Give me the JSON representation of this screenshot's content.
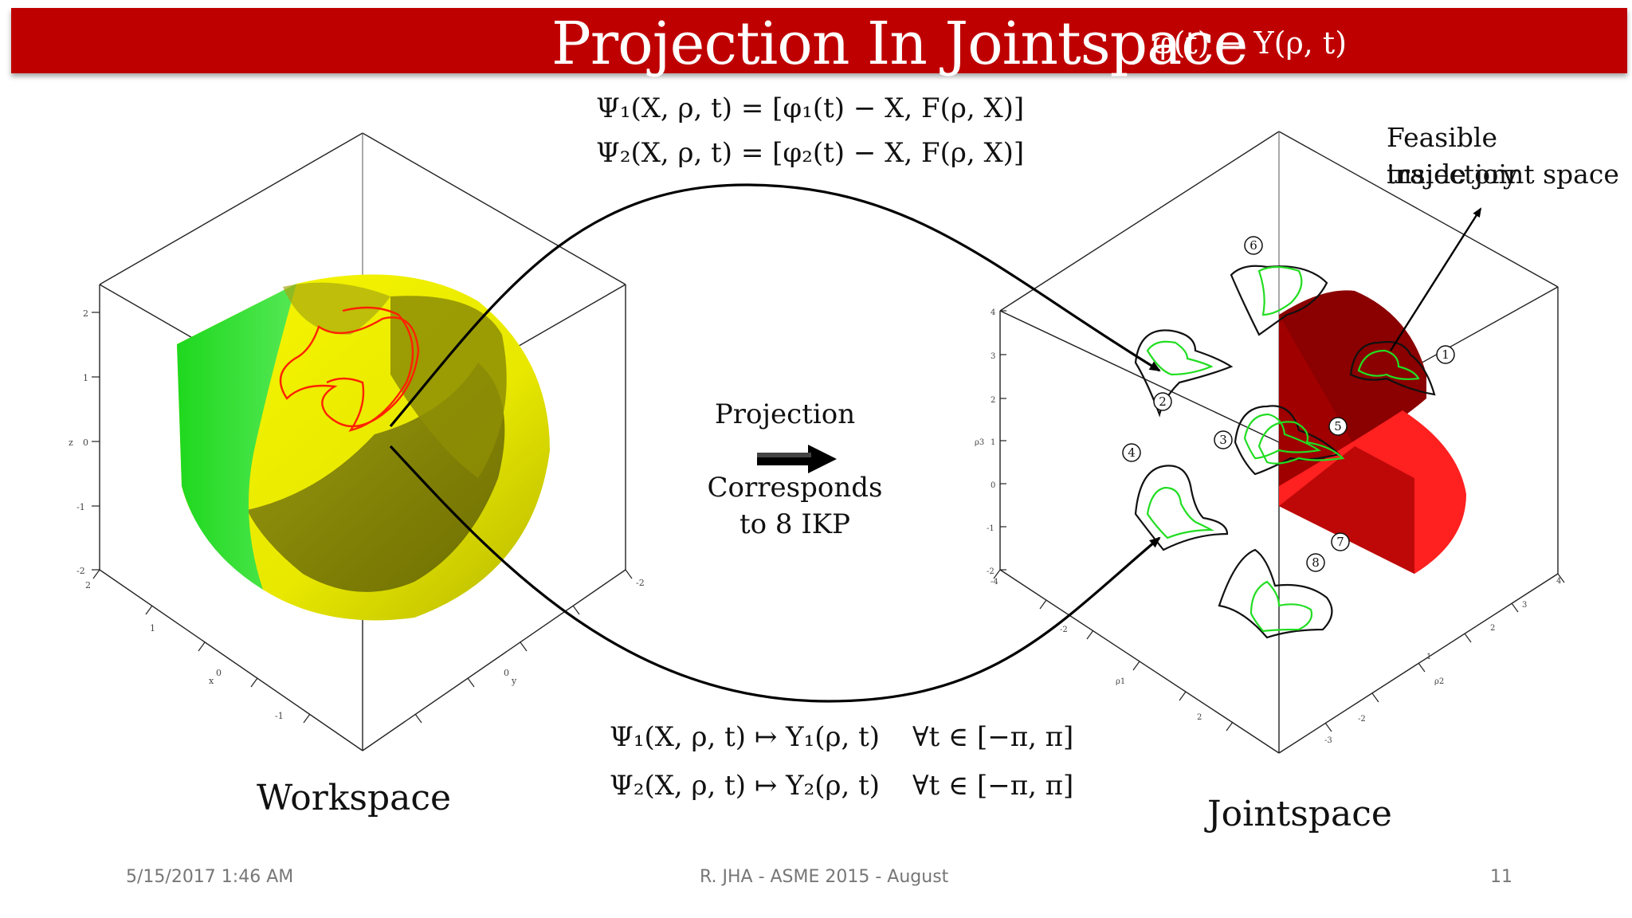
{
  "slide": {
    "title": "Projection In Jointspace",
    "title_formula": "φ(t) ↦ Υ(ρ, t)",
    "eq_top_1": "Ψ₁(X, ρ, t) = [φ₁(t) − X, F(ρ, X)]",
    "eq_top_2": "Ψ₂(X, ρ, t) = [φ₂(t) − X, F(ρ, X)]",
    "eq_bottom_1": "Ψ₁(X, ρ, t) ↦ Υ₁(ρ, t)",
    "eq_bottom_1_domain": "∀t ∈ [−π, π]",
    "eq_bottom_2": "Ψ₂(X, ρ, t) ↦ Υ₂(ρ, t)",
    "eq_bottom_2_domain": "∀t ∈ [−π, π]",
    "projection_label": "Projection",
    "corresponds_line1": "Corresponds",
    "corresponds_line2": "to 8 IKP",
    "workspace_label": "Workspace",
    "jointspace_label": "Jointspace",
    "annotation_line1": "Feasible trajectory",
    "annotation_line2": "inside joint space"
  },
  "left_plot": {
    "z_ticks": [
      "2",
      "1",
      "0",
      "-1",
      "-2"
    ],
    "z_axis_label": "z",
    "x_ticks": [
      "2",
      "1",
      "0",
      "-1"
    ],
    "x_axis_label": "x",
    "y_ticks": [
      "-2",
      "0"
    ],
    "y_axis_label": "y",
    "colors": {
      "shell_yellow": "#f2f200",
      "shell_olive": "#7f7f00",
      "cut_green": "#22dd22",
      "trajectory": "#ff2200"
    }
  },
  "right_plot": {
    "p3_ticks": [
      "4",
      "3",
      "2",
      "1",
      "0",
      "-1",
      "-2"
    ],
    "p3_axis_label": "ρ3",
    "p1_ticks": [
      "-4",
      "-2",
      "2"
    ],
    "p1_axis_label": "ρ1",
    "p2_ticks": [
      "4",
      "3",
      "2",
      "1",
      "-2",
      "-3"
    ],
    "p2_axis_label": "ρ2",
    "solution_labels": [
      "1",
      "2",
      "3",
      "4",
      "5",
      "6",
      "7",
      "8"
    ],
    "colors": {
      "volume_red": "#dd0000",
      "volume_dark": "#8b0000",
      "curve_green": "#22dd22"
    }
  },
  "footer": {
    "date": "5/15/2017 1:46 AM",
    "center": "R. JHA - ASME 2015 - August",
    "page": "11"
  }
}
